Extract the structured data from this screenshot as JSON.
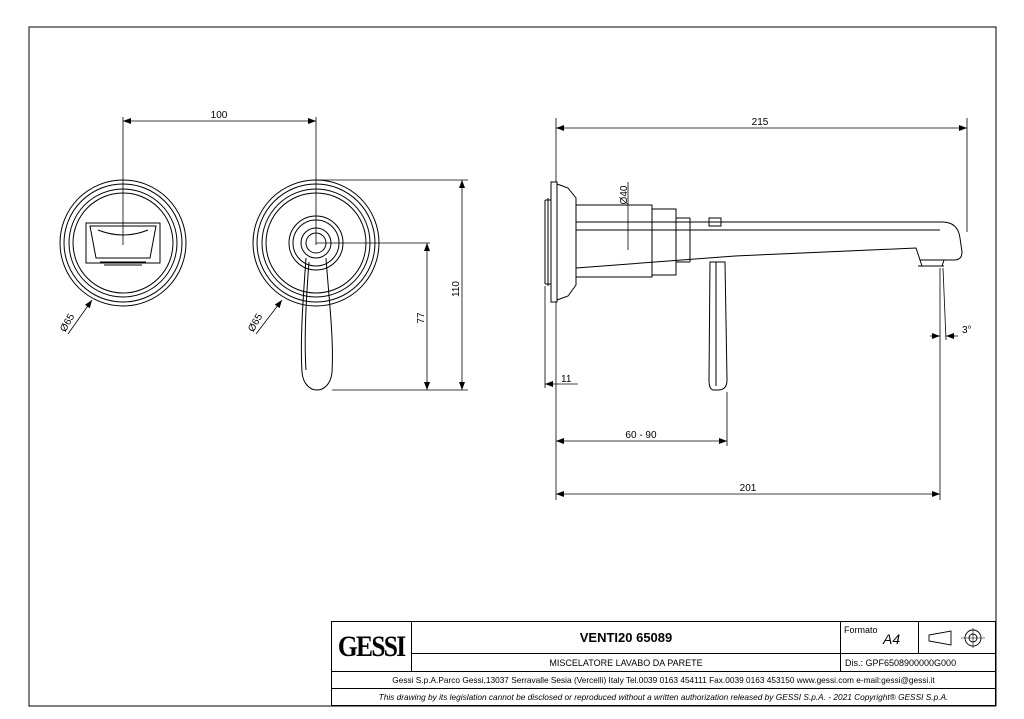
{
  "dimensions": {
    "front_spacing": "100",
    "diameter_left": "Ø65",
    "diameter_right": "Ø65",
    "height_total": "110",
    "height_lever": "77",
    "side_length": "215",
    "spout_diameter": "Ø40",
    "angle": "3°",
    "plate_thickness": "11",
    "wall_range": "60 - 90",
    "projection": "201"
  },
  "title_block": {
    "logo": "GESSI",
    "product_name": "VENTI20 65089",
    "description": "MISCELATORE LAVABO DA PARETE",
    "format_label": "Formato",
    "format_value": "A4",
    "drawing_number": "Dis.: GPF6508900000G000",
    "address": "Gessi S.p.A.Parco Gessi,13037 Serravalle Sesia (Vercelli) Italy Tel.0039 0163 454111 Fax.0039 0163 453150 www.gessi.com e-mail:gessi@gessi.it",
    "copyright": "This drawing by its legislation cannot be disclosed or reproduced without a written authorization released by GESSI S.p.A. - 2021 Copyright® GESSI S.p.A."
  },
  "icons": {
    "projection_symbol": "first-angle-projection-icon"
  }
}
